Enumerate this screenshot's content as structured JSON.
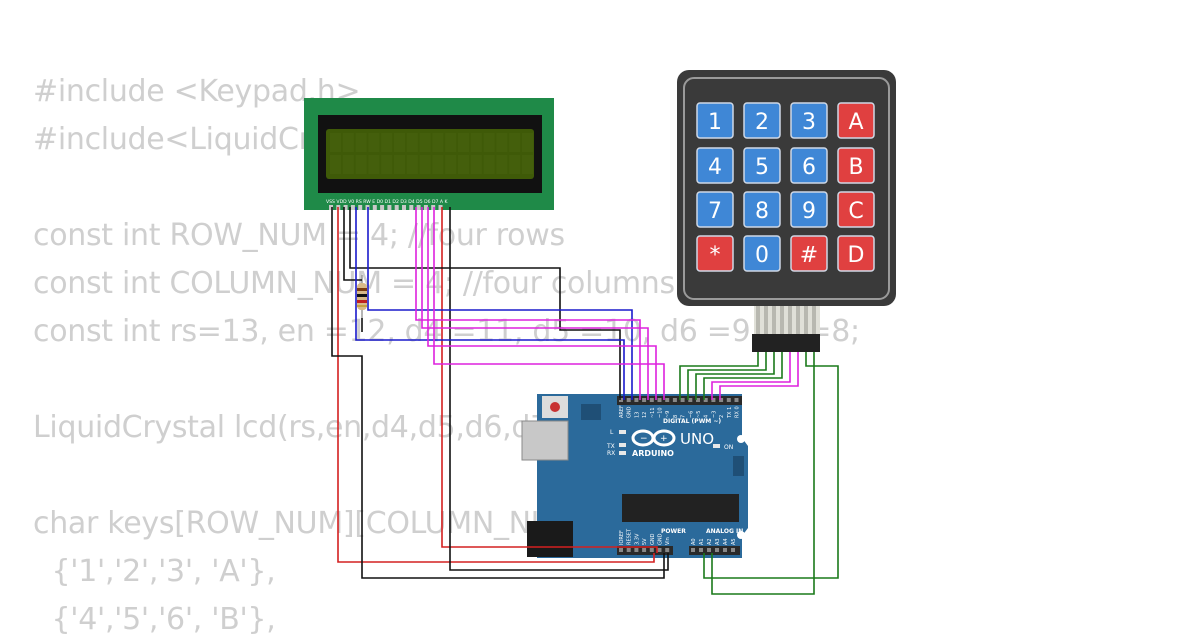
{
  "code_lines": [
    "#include <Keypad.h>",
    "#include<LiquidCrystal.h>",
    "",
    "const int ROW_NUM = 4; //four rows",
    "const int COLUMN_NUM = 4; //four columns",
    "const int rs=13, en =12, d4 =11, d5 =10, d6 =9, d7=8;",
    "",
    "LiquidCrystal lcd(rs,en,d4,d5,d6,d7);",
    "",
    "char keys[ROW_NUM][COLUMN_NUM] = {",
    "  {'1','2','3', 'A'},",
    "  {'4','5','6', 'B'},"
  ],
  "lcd": {
    "pin_labels": "VSS VDD V0 RS RW E D0 D1 D2 D3 D4 D5 D6 D7 A K",
    "colors": {
      "pcb": "#1f8a48",
      "bezel": "#111111",
      "screen": "#3f5a08"
    }
  },
  "keypad": {
    "keys": [
      [
        "1",
        "2",
        "3",
        "A"
      ],
      [
        "4",
        "5",
        "6",
        "B"
      ],
      [
        "7",
        "8",
        "9",
        "C"
      ],
      [
        "*",
        "0",
        "#",
        "D"
      ]
    ],
    "colors": {
      "digit": "#3f87d6",
      "letter": "#e04040",
      "body": "#3a3a3a"
    }
  },
  "arduino": {
    "model": "UNO",
    "brand": "ARDUINO",
    "digital_label": "DIGITAL (PWM ~)",
    "analog_label": "ANALOG IN",
    "power_label": "POWER",
    "on_label": "ON",
    "tx_label": "TX",
    "rx_label": "RX",
    "l_label": "L",
    "digital_pins": [
      "AREF",
      "GND",
      "13",
      "12",
      "~11",
      "~10",
      "~9",
      "8",
      "7",
      "~6",
      "~5",
      "4",
      "~3",
      "2",
      "TX 1",
      "RX 0"
    ],
    "power_pins": [
      "IOREF",
      "RESET",
      "3.3V",
      "5V",
      "GND",
      "GND",
      "Vin"
    ],
    "analog_pins": [
      "A0",
      "A1",
      "A2",
      "A3",
      "A4",
      "A5"
    ],
    "colors": {
      "board": "#2b6a9b"
    }
  },
  "wire_colors": {
    "power": "#d42020",
    "ground": "#111111",
    "control": "#1a1acc",
    "data": "#dd22dd",
    "keypad": "#1a7a1a"
  }
}
